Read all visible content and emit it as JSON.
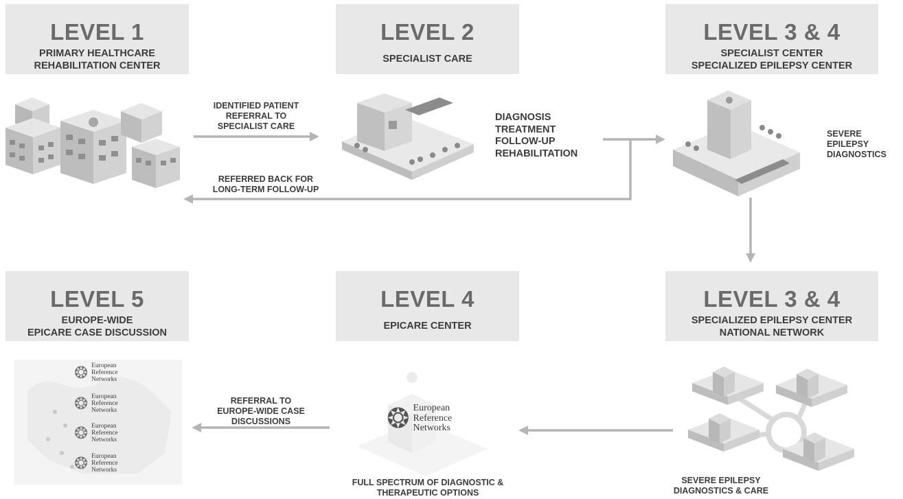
{
  "boxes": [
    {
      "level": "LEVEL 1",
      "sub1": "PRIMARY HEALTHCARE",
      "sub2": "REHABILITATION CENTER"
    },
    {
      "level": "LEVEL 2",
      "sub1": "SPECIALIST CARE",
      "sub2": ""
    },
    {
      "level": "LEVEL 3 & 4",
      "sub1": "SPECIALIST CENTER",
      "sub2": "SPECIALIZED EPILEPSY CENTER"
    },
    {
      "level": "LEVEL 5",
      "sub1": "EUROPE-WIDE",
      "sub2": "EPICARE CASE DISCUSSION"
    },
    {
      "level": "LEVEL 4",
      "sub1": "EPICARE CENTER",
      "sub2": ""
    },
    {
      "level": "LEVEL 3 & 4",
      "sub1": "SPECIALIZED EPILEPSY CENTER",
      "sub2": "NATIONAL NETWORK"
    }
  ],
  "labels": {
    "referral_l1": "IDENTIFIED PATIENT",
    "referral_l2": "REFERRAL TO",
    "referral_l3": "SPECIALIST CARE",
    "back_l1": "REFERRED BACK FOR",
    "back_l2": "LONG-TERM FOLLOW-UP",
    "dx_l1": "DIAGNOSIS",
    "dx_l2": "TREATMENT",
    "dx_l3": "FOLLOW-UP",
    "dx_l4": "REHABILITATION",
    "severe_l1": "SEVERE",
    "severe_l2": "EPILEPSY",
    "severe_l3": "DIAGNOSTICS",
    "europe_l1": "REFERRAL TO",
    "europe_l2": "EUROPE-WIDE CASE",
    "europe_l3": "DISCUSSIONS",
    "full_l1": "FULL SPECTRUM OF DIAGNOSTIC &",
    "full_l2": "THERAPEUTIC OPTIONS",
    "network_l1": "SEVERE EPILEPSY",
    "network_l2": "DIAGNOSTICS & CARE"
  },
  "ern": {
    "line1": "European",
    "line2": "Reference",
    "line3": "Networks"
  },
  "colors": {
    "box_bg": "#e8e8e8",
    "arrow": "#b5b5b5",
    "level_text": "#6a6a6a",
    "label_text": "#3c3c3c"
  }
}
